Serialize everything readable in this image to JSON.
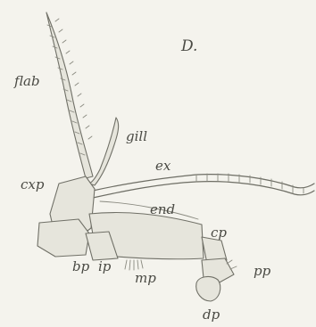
{
  "figure": {
    "panel_label": "D.",
    "labels": {
      "flab": "flab",
      "gill": "gill",
      "ex": "ex",
      "cxp": "cxp",
      "end": "end",
      "cp": "cp",
      "bp": "bp",
      "ip": "ip",
      "mp": "mp",
      "pp": "pp",
      "dp": "dp"
    }
  }
}
